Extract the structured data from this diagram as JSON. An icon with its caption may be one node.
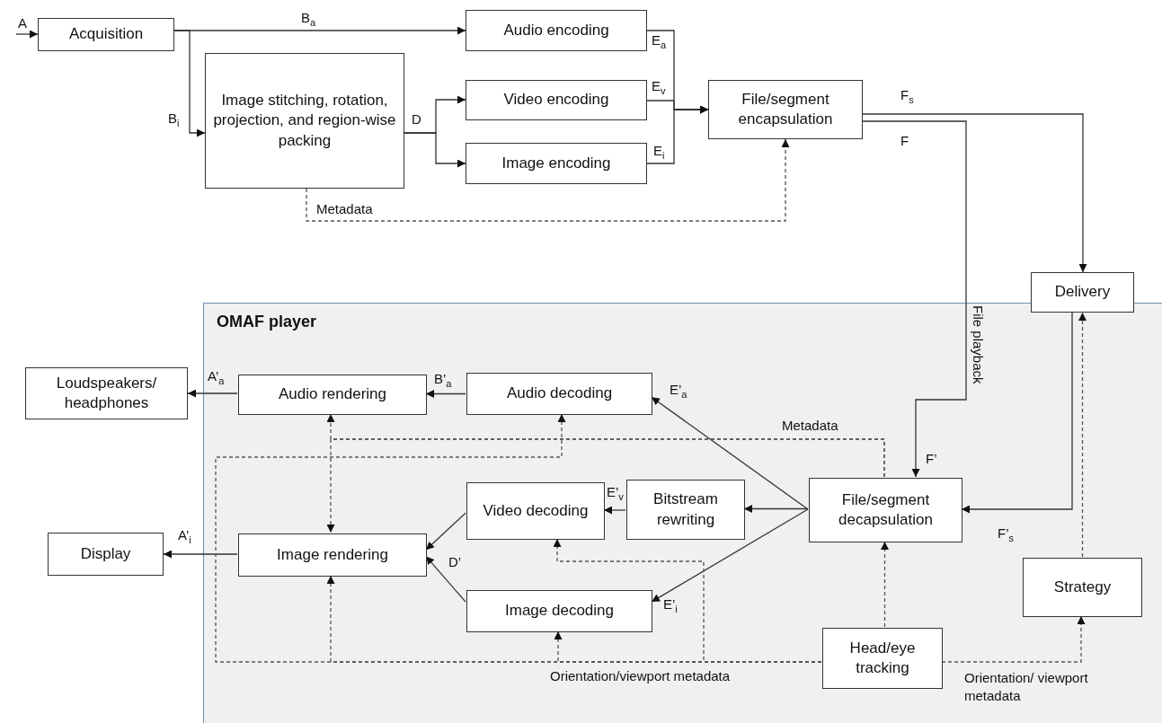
{
  "diagram": {
    "nodes": [
      {
        "text": [
          "Acquisition"
        ]
      },
      {
        "text": [
          "Image stitching, rotation, projection, and region-wise packing"
        ]
      },
      {
        "text": [
          "Audio encoding"
        ]
      },
      {
        "text": [
          "Video  encoding"
        ]
      },
      {
        "text": [
          "Image encoding"
        ]
      },
      {
        "text": [
          "File/segment encapsulation"
        ]
      },
      {
        "text": [
          "OMAF player"
        ]
      },
      {
        "text": [
          "Delivery"
        ]
      },
      {
        "text": [
          "Loudspeakers/ headphones"
        ]
      },
      {
        "text": [
          "Audio rendering"
        ],
        "in": 6
      },
      {
        "text": [
          "Audio decoding"
        ],
        "in": 6
      },
      {
        "text": [
          "Video decoding"
        ],
        "in": 6
      },
      {
        "text": [
          "Bitstream rewriting"
        ],
        "in": 6
      },
      {
        "text": [
          "File/segment decapsulation"
        ],
        "in": 6
      },
      {
        "text": [
          "Display"
        ]
      },
      {
        "text": [
          "Image rendering"
        ],
        "in": 6
      },
      {
        "text": [
          "Image decoding"
        ],
        "in": 6
      },
      {
        "text": [
          "Head/eye tracking"
        ],
        "in": 6
      },
      {
        "text": [
          "Strategy"
        ],
        "in": 6
      }
    ],
    "edges": [
      {
        "from": null,
        "to": 0,
        "arrow": "to",
        "label": "A"
      },
      {
        "from": 0,
        "to": 2,
        "arrow": "to",
        "label": "B$_{a}$"
      },
      {
        "from": 0,
        "to": 1,
        "arrow": "to",
        "label": "B$_{i}$"
      },
      {
        "from": 1,
        "to": 3,
        "arrow": "to",
        "label": "D"
      },
      {
        "from": 1,
        "to": 4,
        "arrow": "to"
      },
      {
        "from": 2,
        "to": 5,
        "arrow": "to",
        "label": "E$_{a}$"
      },
      {
        "from": 3,
        "to": 5,
        "arrow": "to",
        "label": "E$_{v}$"
      },
      {
        "from": 4,
        "to": 5,
        "arrow": "to",
        "label": "E$_{i}$"
      },
      {
        "from": 1,
        "to": 5,
        "arrow": "to",
        "label": "Metadata",
        "style": "dashed"
      },
      {
        "from": 5,
        "to": 7,
        "arrow": "to",
        "label": "F$_{s}$"
      },
      {
        "from": 5,
        "to": 13,
        "arrow": "to",
        "label": "File playback"
      },
      {
        "from": 7,
        "to": 13,
        "arrow": "to",
        "label": "F’$_{s}$"
      },
      {
        "from": 10,
        "to": 9,
        "arrow": "to",
        "label": "B’$_{a}$"
      },
      {
        "from": 9,
        "to": 8,
        "arrow": "to",
        "label": "A’$_{a}$"
      },
      {
        "from": 15,
        "to": 14,
        "arrow": "to",
        "label": "A’$_{i}$"
      },
      {
        "from": 11,
        "to": 15,
        "arrow": "to",
        "label": "D’"
      },
      {
        "from": 16,
        "to": 15,
        "arrow": "to"
      },
      {
        "from": 13,
        "to": 10,
        "arrow": "to",
        "label": "E’$_{a}$"
      },
      {
        "from": 13,
        "to": 12,
        "arrow": "to"
      },
      {
        "from": 12,
        "to": 11,
        "arrow": "to",
        "label": "E’$_{v}$"
      },
      {
        "from": 13,
        "to": 16,
        "arrow": "to",
        "label": "E’$_{i}$"
      },
      {
        "from": 13,
        "to": 9,
        "arrow": "to",
        "label": "Metadata",
        "style": "dashed"
      },
      {
        "from": 13,
        "to": 15,
        "arrow": "to",
        "style": "dashed"
      },
      {
        "from": 17,
        "to": 10,
        "arrow": "to",
        "label": "Orientation/viewport metadata",
        "style": "dashed"
      },
      {
        "from": 17,
        "to": 15,
        "arrow": "to",
        "style": "dashed"
      },
      {
        "from": 17,
        "to": 16,
        "arrow": "to",
        "style": "dashed"
      },
      {
        "from": 17,
        "to": 11,
        "arrow": "to",
        "style": "dashed"
      },
      {
        "from": 17,
        "to": 13,
        "arrow": "to",
        "style": "dashed"
      },
      {
        "from": 17,
        "to": 18,
        "arrow": "to",
        "label": "Orientation/ viewport metadata",
        "style": "dashed"
      },
      {
        "from": 18,
        "to": 7,
        "arrow": "to",
        "style": "dashed"
      }
    ],
    "labels": [
      "F",
      "F’"
    ]
  }
}
